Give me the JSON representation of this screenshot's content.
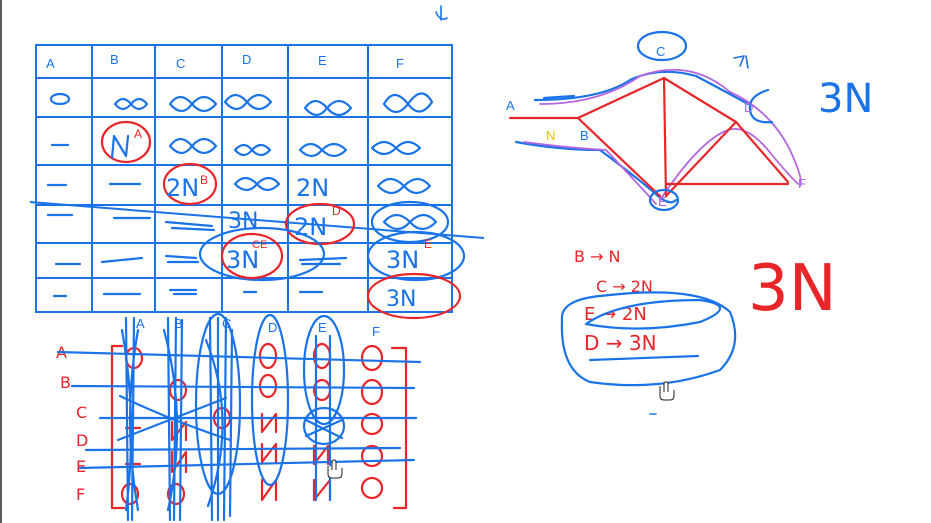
{
  "colors": {
    "ink_blue": "#1a73e8",
    "ink_red": "#e8262a",
    "ink_purple": "#b565e0",
    "ink_yellow": "#f2c200",
    "background": "#ffffff"
  },
  "table": {
    "headers": [
      "A",
      "B",
      "C",
      "D",
      "E",
      "F"
    ],
    "cells": {
      "b2_sup": "A",
      "c3_label": "2N",
      "c3_sup": "B",
      "d4_label": "3N",
      "e3_label": "2N",
      "e4_label": "2N",
      "e4_sup": "D",
      "d5_label": "3N",
      "d5_sup": "CE",
      "f5_label": "3N",
      "f5_sup": "E",
      "f6_label": "3N"
    }
  },
  "matrix": {
    "col_headers": [
      "A",
      "B",
      "C",
      "D",
      "E",
      "F"
    ],
    "row_headers": [
      "A",
      "B",
      "C",
      "D",
      "E",
      "F"
    ]
  },
  "graph": {
    "nodes": [
      "A",
      "B",
      "C",
      "D",
      "E",
      "F"
    ],
    "yellow_label": "N",
    "side_note": "3N"
  },
  "notes": {
    "line1": "B → N",
    "line2": "C → 2N",
    "line3": "E → 2N",
    "line4": "D → 3N",
    "big_label": "3N"
  },
  "cursor_icon": "hand-pointer-icon"
}
